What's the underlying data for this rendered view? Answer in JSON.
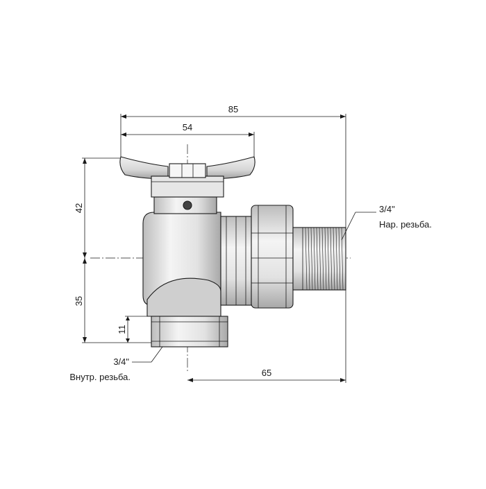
{
  "dimensions": {
    "overall_width": "85",
    "handle_width": "54",
    "height_top": "42",
    "height_bottom": "35",
    "bottom_thread_length": "11",
    "outlet_length": "65"
  },
  "notes": {
    "male_thread": {
      "size": "3/4\"",
      "type": "Нар. резьба."
    },
    "female_thread": {
      "size": "3/4\"",
      "type": "Внутр. резьба."
    }
  },
  "colors": {
    "line": "#1a1a1a",
    "metal_light": "#f2f2f2",
    "metal_mid": "#d9d9d9",
    "metal_dark": "#9a9a9a",
    "background": "#ffffff"
  }
}
